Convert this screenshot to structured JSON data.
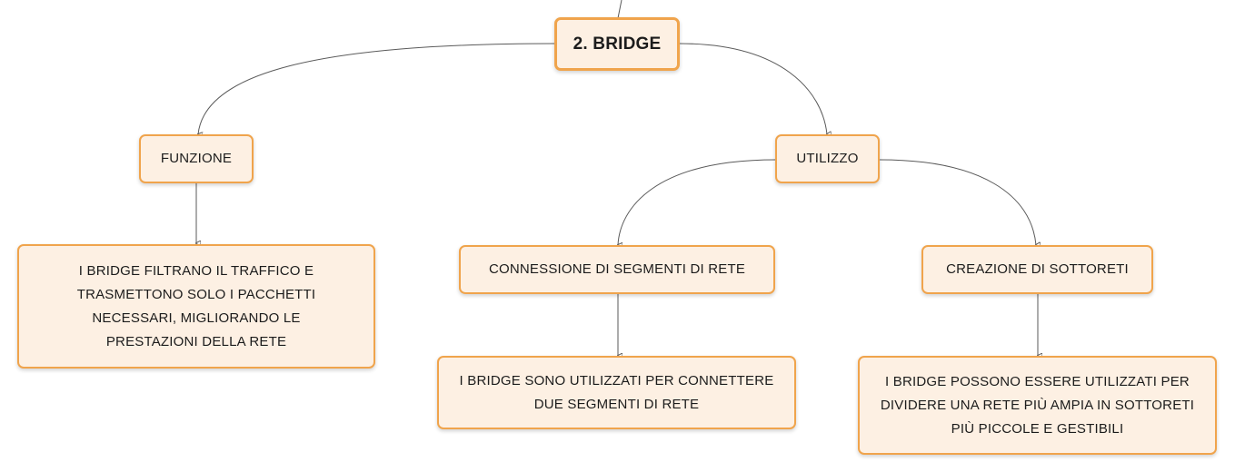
{
  "diagram": {
    "root": {
      "label": "2. BRIDGE"
    },
    "funzione": {
      "label": "FUNZIONE",
      "description": "I BRIDGE FILTRANO IL TRAFFICO E TRASMETTONO SOLO I PACCHETTI NECESSARI, MIGLIORANDO LE PRESTAZIONI DELLA RETE"
    },
    "utilizzo": {
      "label": "UTILIZZO",
      "connessione": {
        "label": "CONNESSIONE DI SEGMENTI DI RETE",
        "description": "I BRIDGE SONO UTILIZZATI PER CONNETTERE DUE SEGMENTI DI RETE"
      },
      "sottoreti": {
        "label": "CREAZIONE DI SOTTORETI",
        "description": "I BRIDGE POSSONO ESSERE UTILIZZATI PER DIVIDERE UNA RETE PIÙ AMPIA IN SOTTORETI PIÙ PICCOLE E GESTIBILI"
      }
    }
  },
  "colors": {
    "node_fill": "#fdf0e3",
    "node_border": "#f0a44c",
    "connector": "#5a5a5a"
  }
}
